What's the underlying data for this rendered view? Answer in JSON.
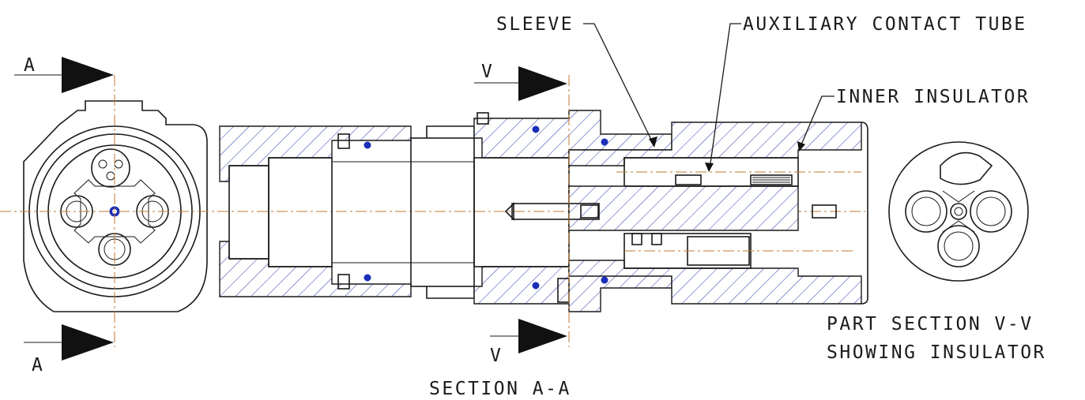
{
  "labels": {
    "sleeve": "SLEEVE",
    "auxiliary_contact_tube": "AUXILIARY CONTACT TUBE",
    "inner_insulator": "INNER INSULATOR",
    "part_section_line1": "PART SECTION  V-V",
    "part_section_line2": "SHOWING INSULATOR",
    "section_title": "SECTION  A-A",
    "cut_a_top": "A",
    "cut_a_bottom": "A",
    "cut_v_top": "V",
    "cut_v_bottom": "V"
  },
  "colors": {
    "line": "#1a1a1a",
    "centerline": "#c07a33",
    "detail_blue": "#1b2fb8",
    "background": "#ffffff"
  }
}
